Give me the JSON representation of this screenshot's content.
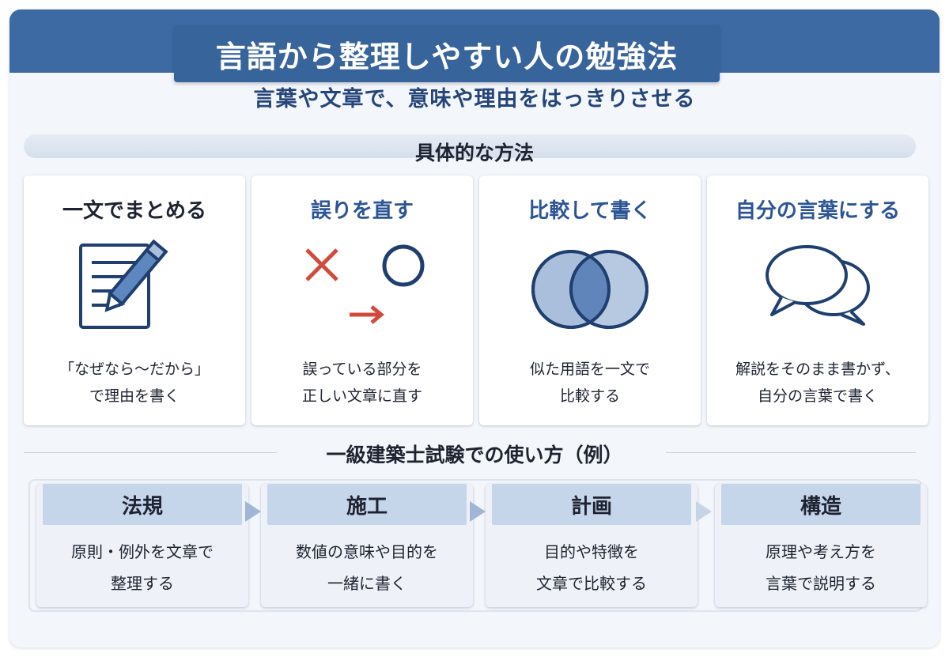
{
  "title": "言語から整理しやすい人の勉強法",
  "subtitle": "言葉や文章で、意味や理由をはっきりさせる",
  "methods_heading": "具体的な方法",
  "methods": [
    {
      "title": "一文でまとめる",
      "icon": "document-pencil-icon",
      "lines": [
        "「なぜなら〜だから」",
        "で理由を書く"
      ]
    },
    {
      "title": "誤りを直す",
      "icon": "cross-circle-arrow-icon",
      "lines": [
        "誤っている部分を",
        "正しい文章に直す"
      ]
    },
    {
      "title": "比較して書く",
      "icon": "venn-diagram-icon",
      "lines": [
        "似た用語を一文で",
        "比較する"
      ]
    },
    {
      "title": "自分の言葉にする",
      "icon": "speech-bubbles-icon",
      "lines": [
        "解説をそのまま書かず、",
        "自分の言葉で書く"
      ]
    }
  ],
  "usage_heading": "一級建築士試験での使い方（例）",
  "usage": [
    {
      "title": "法規",
      "lines": [
        "原則・例外を文章で",
        "整理する"
      ]
    },
    {
      "title": "施工",
      "lines": [
        "数値の意味や目的を",
        "一緒に書く"
      ]
    },
    {
      "title": "計画",
      "lines": [
        "目的や特徴を",
        "文章で比較する"
      ]
    },
    {
      "title": "構造",
      "lines": [
        "原理や考え方を",
        "言葉で説明する"
      ]
    }
  ],
  "colors": {
    "header": "#3d6aa3",
    "accent_blue": "#2c5596",
    "cross_red": "#d24a3c",
    "step_head": "#c5d5ea"
  }
}
